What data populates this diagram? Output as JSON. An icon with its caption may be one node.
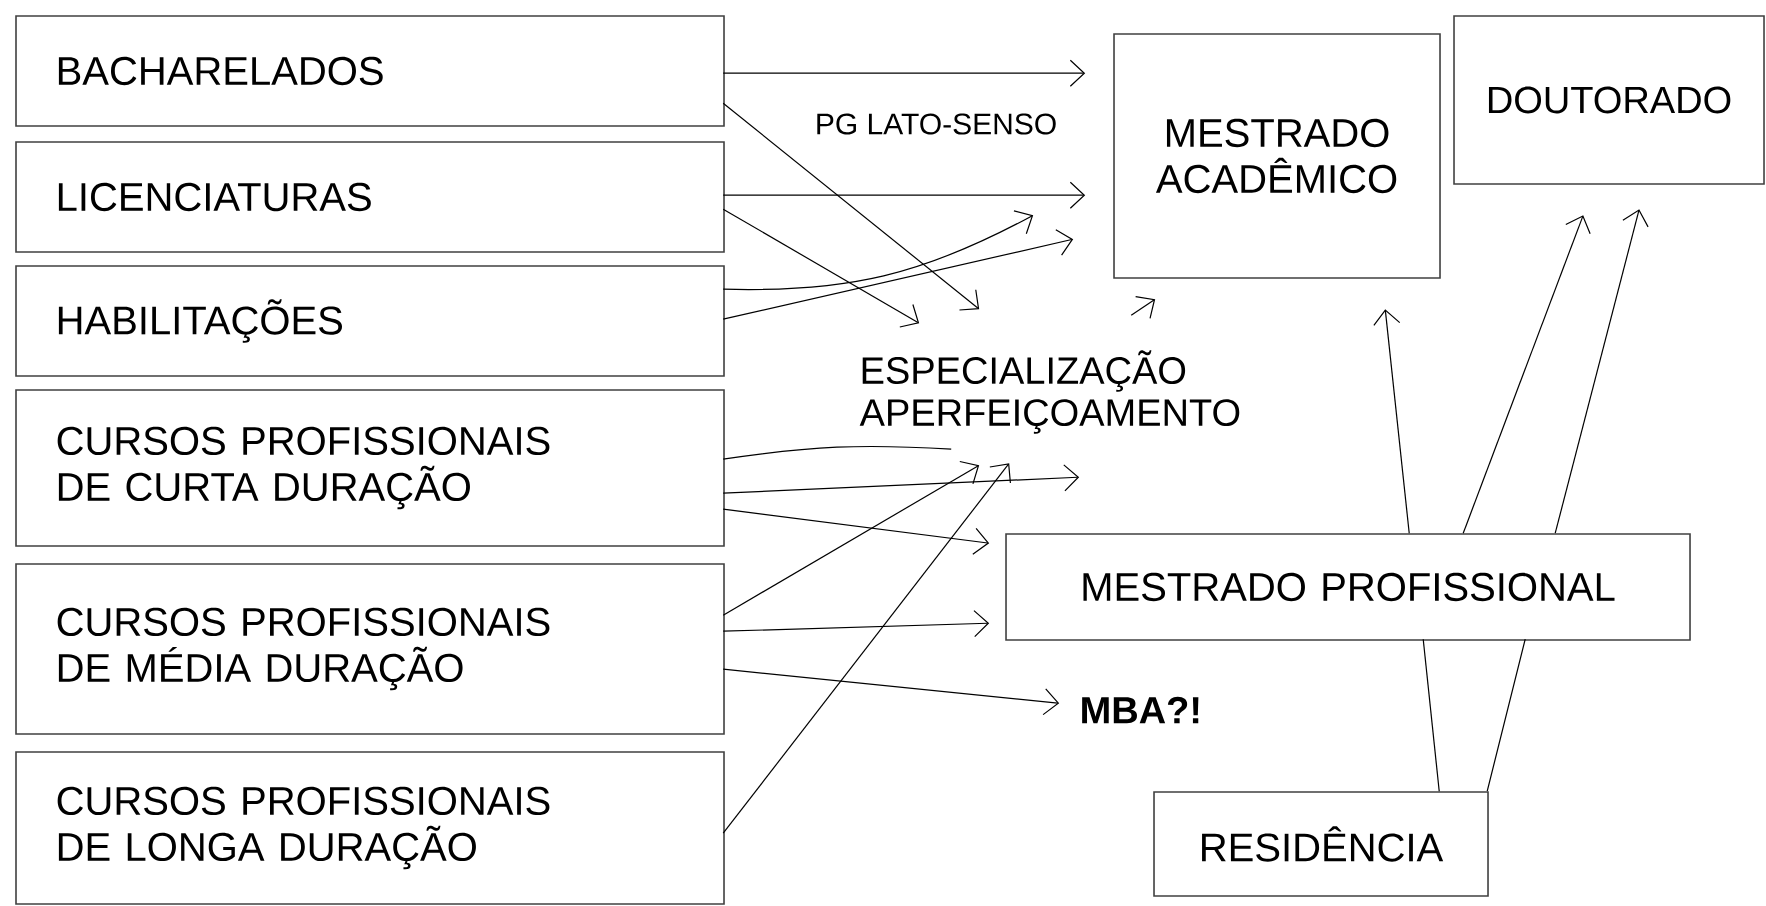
{
  "diagram": {
    "nodes": [
      {
        "text": [
          "BACHARELADOS"
        ]
      },
      {
        "text": [
          "LICENCIATURAS"
        ]
      },
      {
        "text": [
          "HABILITAÇÕES"
        ]
      },
      {
        "text": [
          "CURSOS PROFISSIONAIS DE CURTA DURAÇÃO"
        ]
      },
      {
        "text": [
          "CURSOS PROFISSIONAIS DE MÉDIA DURAÇÃO"
        ]
      },
      {
        "text": [
          "CURSOS PROFISSIONAIS DE LONGA DURAÇÃO"
        ]
      },
      {
        "text": [
          "MESTRADO ACADÊMICO"
        ]
      },
      {
        "text": [
          "DOUTORADO"
        ]
      },
      {
        "text": [
          "ESPECIALIZAÇÃO APERFEIÇOAMENTO"
        ]
      },
      {
        "text": [
          "MESTRADO PROFISSIONAL"
        ]
      },
      {
        "text": [
          "MBA?!"
        ]
      },
      {
        "text": [
          "RESIDÊNCIA"
        ]
      }
    ],
    "edges": [
      {
        "from": 0,
        "to": 6,
        "arrow": "to"
      },
      {
        "from": 0,
        "to": 8,
        "arrow": "to"
      },
      {
        "from": 1,
        "to": 6,
        "arrow": "to"
      },
      {
        "from": 1,
        "to": 8,
        "arrow": "to"
      },
      {
        "from": 2,
        "to": 6,
        "arrow": "to"
      },
      {
        "from": 2,
        "to": 6,
        "arrow": "to"
      },
      {
        "from": 8,
        "to": 6,
        "arrow": "to"
      },
      {
        "from": 3,
        "to": 8,
        "arrow": "none"
      },
      {
        "from": 3,
        "to": 8,
        "arrow": "to"
      },
      {
        "from": 3,
        "to": 9,
        "arrow": "to"
      },
      {
        "from": 4,
        "to": 8,
        "arrow": "to"
      },
      {
        "from": 4,
        "to": 9,
        "arrow": "to"
      },
      {
        "from": 4,
        "to": 10,
        "arrow": "to"
      },
      {
        "from": 5,
        "to": 8,
        "arrow": "to"
      },
      {
        "from": 9,
        "to": 6,
        "arrow": "to"
      },
      {
        "from": 9,
        "to": 7,
        "arrow": "to"
      },
      {
        "from": 9,
        "to": 7,
        "arrow": "to"
      },
      {
        "from": 11,
        "to": 9,
        "arrow": "none"
      },
      {
        "from": 11,
        "to": 9,
        "arrow": "none"
      }
    ],
    "labels": [
      "PG LATO-SENSO"
    ]
  }
}
